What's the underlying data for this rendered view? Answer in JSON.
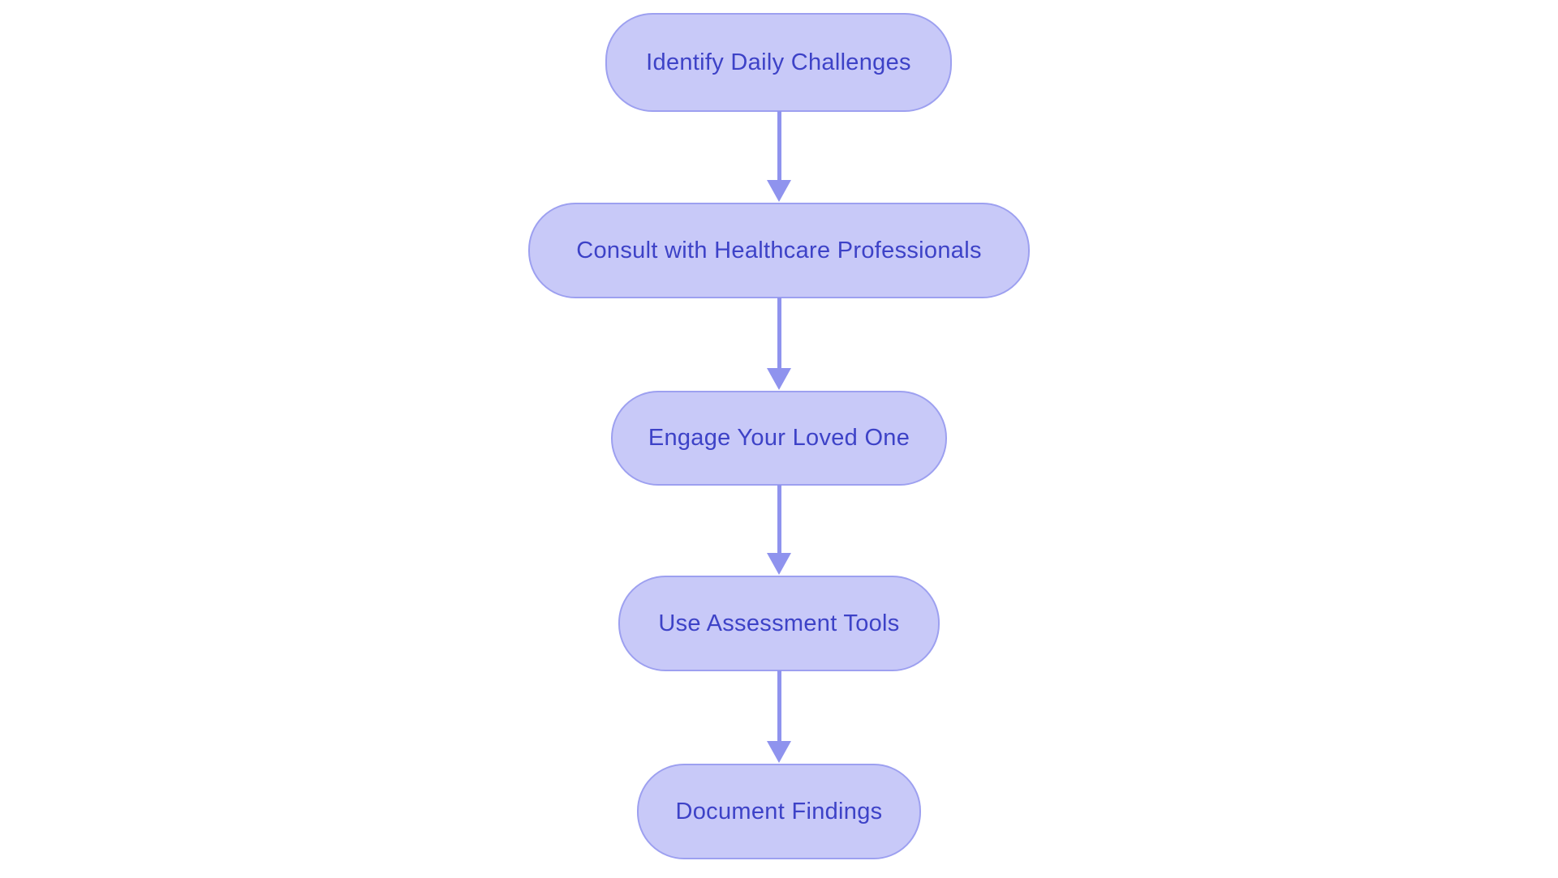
{
  "diagram": {
    "type": "flowchart",
    "direction": "top-down",
    "nodes": [
      {
        "id": "n1",
        "label": "Identify Daily Challenges"
      },
      {
        "id": "n2",
        "label": "Consult with Healthcare Professionals"
      },
      {
        "id": "n3",
        "label": "Engage Your Loved One"
      },
      {
        "id": "n4",
        "label": "Use Assessment Tools"
      },
      {
        "id": "n5",
        "label": "Document Findings"
      }
    ],
    "edges": [
      {
        "from": "n1",
        "to": "n2"
      },
      {
        "from": "n2",
        "to": "n3"
      },
      {
        "from": "n3",
        "to": "n4"
      },
      {
        "from": "n4",
        "to": "n5"
      }
    ],
    "colors": {
      "background": "#ffffff",
      "node_fill": "#c8c9f8",
      "node_border": "#9da0f0",
      "node_text": "#3d42c7",
      "arrow": "#8f93ee"
    }
  }
}
